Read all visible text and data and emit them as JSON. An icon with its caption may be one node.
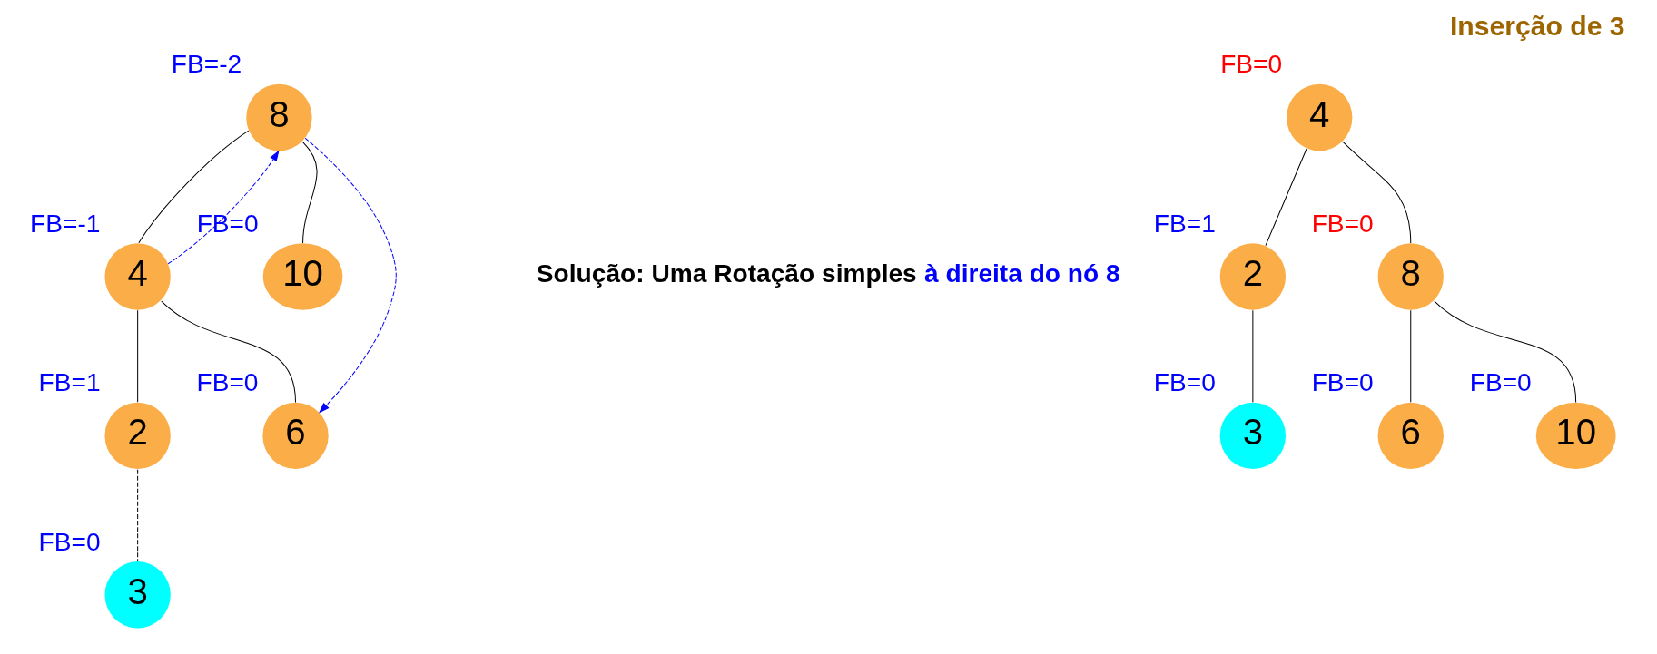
{
  "diagram": {
    "title": "Inserção de 3",
    "nodes": [
      {
        "text": [
          "8"
        ],
        "beside": [
          "FB=-2"
        ]
      },
      {
        "text": [
          "4"
        ],
        "beside": [
          "FB=-1"
        ]
      },
      {
        "text": [
          "10"
        ],
        "beside": [
          "FB=0"
        ]
      },
      {
        "text": [
          "2"
        ],
        "beside": [
          "FB=1"
        ]
      },
      {
        "text": [
          "6"
        ],
        "beside": [
          "FB=0"
        ]
      },
      {
        "text": [
          "3"
        ],
        "beside": [
          "FB=0"
        ]
      },
      {
        "text": [
          "4"
        ],
        "beside": [
          "FB=0"
        ]
      },
      {
        "text": [
          "2"
        ],
        "beside": [
          "FB=1"
        ]
      },
      {
        "text": [
          "8"
        ],
        "beside": [
          "FB=0"
        ]
      },
      {
        "text": [
          "3"
        ],
        "beside": [
          "FB=0"
        ]
      },
      {
        "text": [
          "6"
        ],
        "beside": [
          "FB=0"
        ]
      },
      {
        "text": [
          "10"
        ],
        "beside": [
          "FB=0"
        ]
      }
    ],
    "edges": [
      {
        "from": 0,
        "to": 1,
        "arrow": "none"
      },
      {
        "from": 0,
        "to": 2,
        "arrow": "none"
      },
      {
        "from": 1,
        "to": 3,
        "arrow": "none"
      },
      {
        "from": 1,
        "to": 4,
        "arrow": "none"
      },
      {
        "from": 3,
        "to": 5,
        "arrow": "none",
        "style": "dashed"
      },
      {
        "from": 1,
        "to": 0,
        "arrow": "to",
        "style": "dashed",
        "color": "#0000ff"
      },
      {
        "from": 0,
        "to": 4,
        "arrow": "to",
        "style": "dashed",
        "color": "#0000ff"
      },
      {
        "from": 6,
        "to": 7,
        "arrow": "none"
      },
      {
        "from": 6,
        "to": 8,
        "arrow": "none"
      },
      {
        "from": 7,
        "to": 9,
        "arrow": "none"
      },
      {
        "from": 8,
        "to": 10,
        "arrow": "none"
      },
      {
        "from": 8,
        "to": 11,
        "arrow": "none"
      }
    ],
    "labels": [
      "Solução: Uma Rotação simples **à direita do nó 8**"
    ]
  }
}
